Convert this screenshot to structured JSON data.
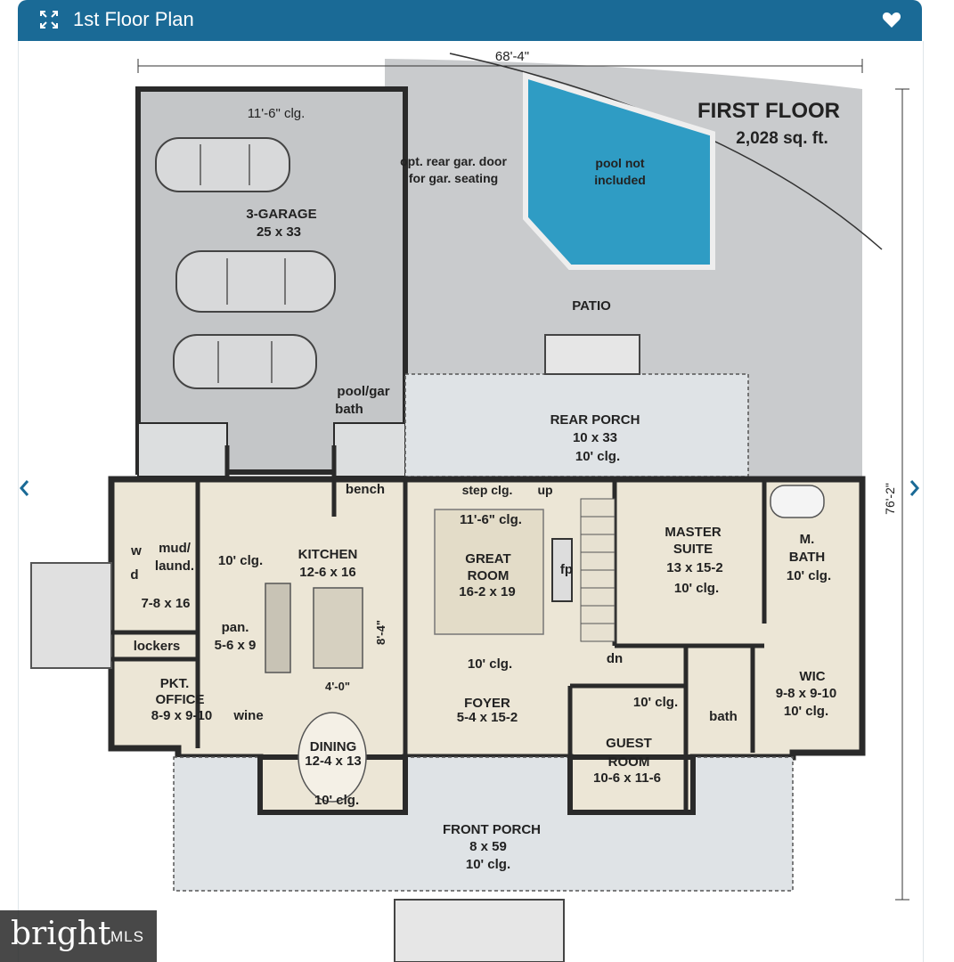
{
  "header": {
    "title": "1st Floor Plan",
    "accent_color": "#1a6a96",
    "expand_icon": "expand-icon",
    "favorite_icon": "heart-icon"
  },
  "navigation": {
    "prev_icon": "chevron-left-icon",
    "next_icon": "chevron-right-icon"
  },
  "plan": {
    "overall_width": "68'-4\"",
    "overall_depth": "76'-2\"",
    "heading": "FIRST FLOOR",
    "area": "2,028 sq. ft.",
    "labels": {
      "garage_clg": "11'-6\" clg.",
      "garage_name": "3-GARAGE",
      "garage_size": "25 x 33",
      "rear_door_1": "opt. rear gar. door",
      "rear_door_2": "for gar. seating",
      "pool_1": "pool not",
      "pool_2": "included",
      "patio": "PATIO",
      "pool_bath_1": "pool/gar",
      "pool_bath_2": "bath",
      "rear_porch": "REAR PORCH",
      "rear_porch_size": "10 x 33",
      "rear_porch_clg": "10' clg.",
      "bench": "bench",
      "step_clg": "step clg.",
      "up": "up",
      "great_clg": "11'-6\" clg.",
      "great_1": "GREAT",
      "great_2": "ROOM",
      "great_size": "16-2 x 19",
      "fp": "fp",
      "master_1": "MASTER",
      "master_2": "SUITE",
      "master_size": "13 x 15-2",
      "master_clg": "10' clg.",
      "mbath_1": "M.",
      "mbath_2": "BATH",
      "mbath_clg": "10' clg.",
      "mud_1": "mud/",
      "mud_2": "laund.",
      "w": "w",
      "d": "d",
      "mud_size": "7-8 x 16",
      "kitchen_clg": "10' clg.",
      "kitchen": "KITCHEN",
      "kitchen_size": "12-6 x 16",
      "pan": "pan.",
      "pan_size": "5-6 x 9",
      "island_dim": "8'-4\"",
      "lockers": "lockers",
      "kitchen_clg2": "10' clg.",
      "dn": "dn",
      "wic": "WIC",
      "wic_size": "9-8 x 9-10",
      "wic_clg": "10' clg.",
      "island_gap": "4'-0\"",
      "pkt_1": "PKT.",
      "pkt_2": "OFFICE",
      "pkt_size": "8-9 x 9-10",
      "wine": "wine",
      "foyer": "FOYER",
      "foyer_size": "5-4 x 15-2",
      "guest_clg": "10' clg.",
      "bath": "bath",
      "guest_1": "GUEST",
      "guest_2": "ROOM",
      "guest_size": "10-6 x 11-6",
      "dining": "DINING",
      "dining_size": "12-4 x 13",
      "dining_clg": "10' clg.",
      "front_porch": "FRONT PORCH",
      "front_porch_size": "8 x 59",
      "front_porch_clg": "10' clg."
    },
    "colors": {
      "exterior": "#c9cbcd",
      "interior": "#ece6d6",
      "pool": "#2f9cc4",
      "porch": "#dfe3e6",
      "wall": "#2a2a2a"
    }
  },
  "watermark": {
    "brand": "bright",
    "suffix": "MLS"
  }
}
